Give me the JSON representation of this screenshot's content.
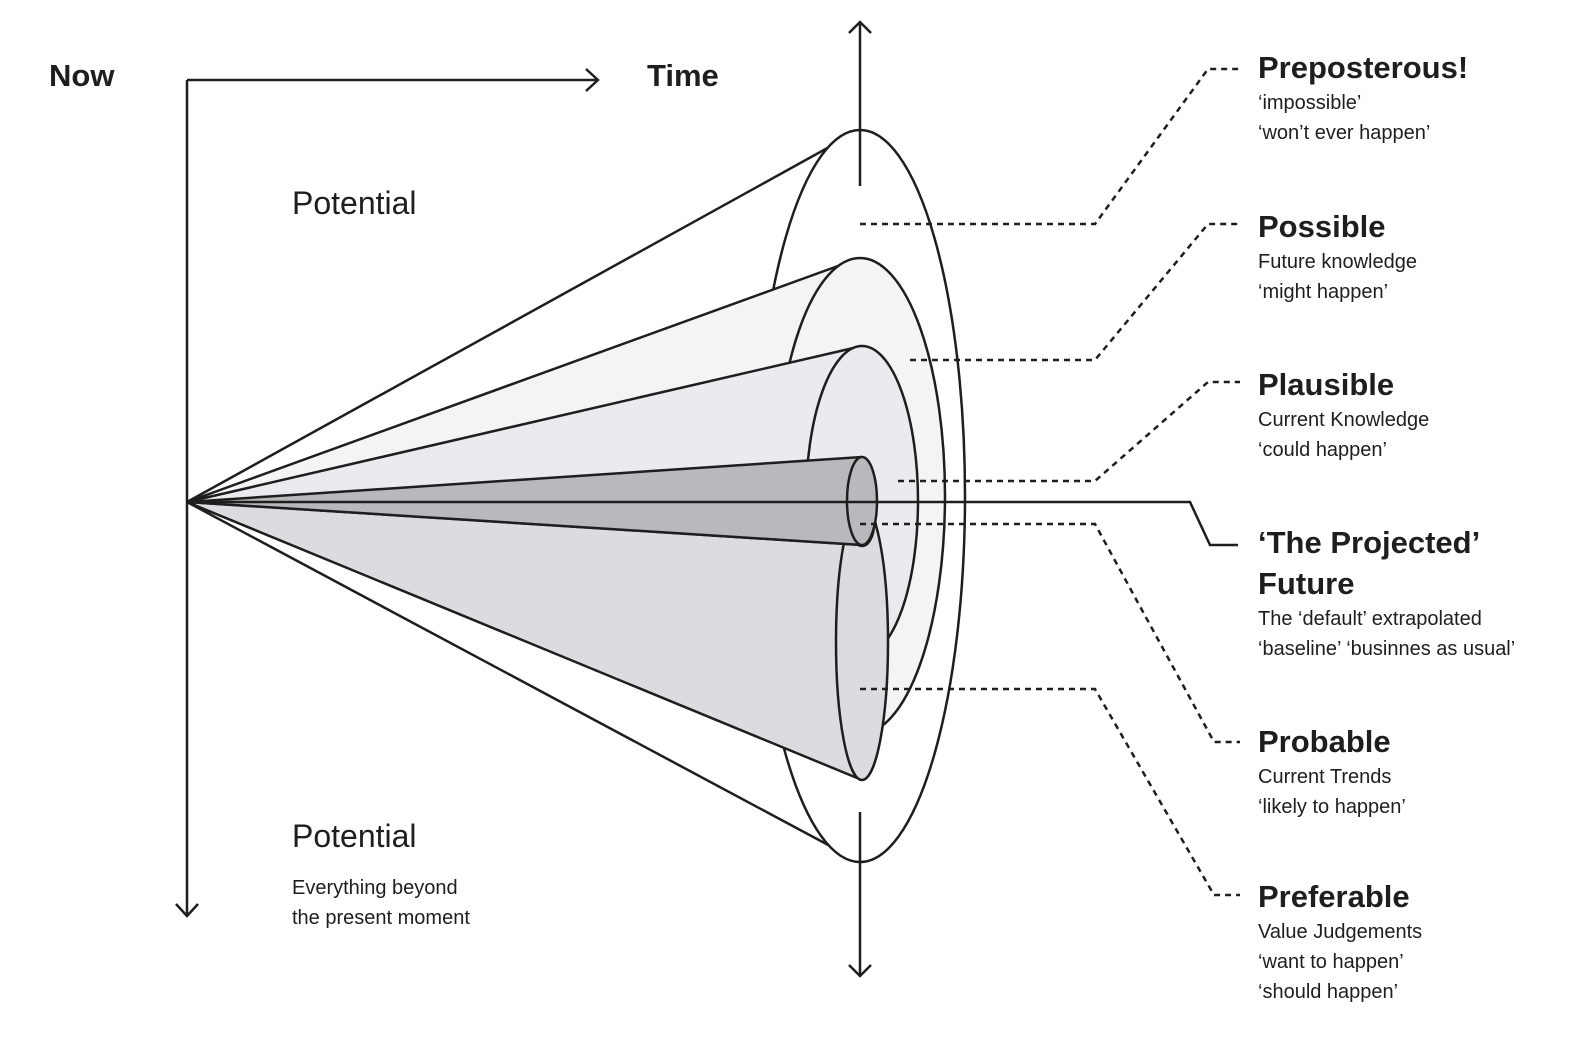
{
  "axes": {
    "now": "Now",
    "time": "Time"
  },
  "potential_top": "Potential",
  "potential_bottom": {
    "title": "Potential",
    "lines": [
      "Everything beyond",
      "the present moment"
    ]
  },
  "categories": [
    {
      "title": "Preposterous!",
      "lines": [
        "‘impossible’",
        "‘won’t ever happen’"
      ]
    },
    {
      "title": "Possible",
      "lines": [
        "Future knowledge",
        "‘might happen’"
      ]
    },
    {
      "title": "Plausible",
      "lines": [
        "Current Knowledge",
        "‘could happen’"
      ]
    },
    {
      "title": "‘The Projected’",
      "title2": "Future",
      "lines": [
        "The ‘default’ extrapolated",
        "‘baseline’ ‘businnes as usual’"
      ]
    },
    {
      "title": "Probable",
      "lines": [
        "Current Trends",
        "‘likely to happen’"
      ]
    },
    {
      "title": "Preferable",
      "lines": [
        "Value Judgements",
        "‘want to happen’",
        "‘should happen’"
      ]
    }
  ],
  "colors": {
    "stroke": "#1e1e1e",
    "fill_possible": "#f4f3f6",
    "fill_plausible": "#ebeaee",
    "fill_preferable": "#dcdbdf",
    "fill_probable": "#cfced3",
    "fill_projected": "#b9b8bc"
  }
}
